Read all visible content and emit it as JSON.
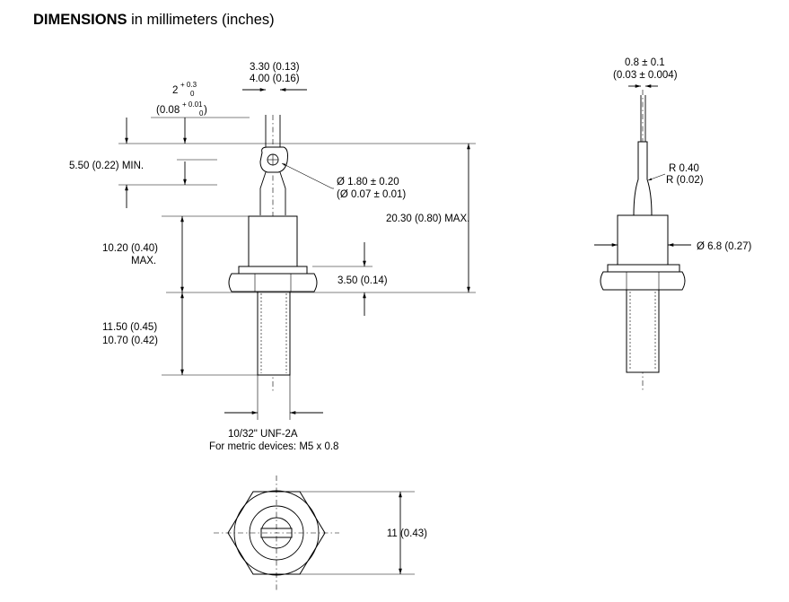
{
  "heading": {
    "bold": "DIMENSIONS",
    "rest": " in millimeters (inches)"
  },
  "labels": {
    "lead_width_mm": "3.30 (0.13)",
    "lead_width_in": "4.00 (0.16)",
    "lug_base": "2",
    "lug_tol_mm_top": "+ 0.3",
    "lug_tol_mm_bot": "0",
    "lug_in_base": "(0.08",
    "lug_tol_in_top": "+ 0.01",
    "lug_tol_in_bot": "0",
    "lug_in_close": ")",
    "lead_min": "5.50 (0.22) MIN.",
    "hole_mm": "Ø 1.80 ± 0.20",
    "hole_in": "(Ø 0.07 ± 0.01)",
    "overall_max": "20.30 (0.80) MAX.",
    "body_height": "10.20 (0.40)",
    "body_height_max": "MAX.",
    "hex_height": "3.50 (0.14)",
    "thread_len_1": "11.50 (0.45)",
    "thread_len_2": "10.70 (0.42)",
    "thread_spec": "10/32\" UNF-2A",
    "thread_metric": "For metric devices: M5 x 0.8",
    "wire_mm": "0.8 ± 0.1",
    "wire_in": "(0.03 ± 0.004)",
    "radius_mm": "R 0.40",
    "radius_in": "R (0.02)",
    "body_dia": "Ø 6.8 (0.27)",
    "hex_flat": "11 (0.43)"
  }
}
